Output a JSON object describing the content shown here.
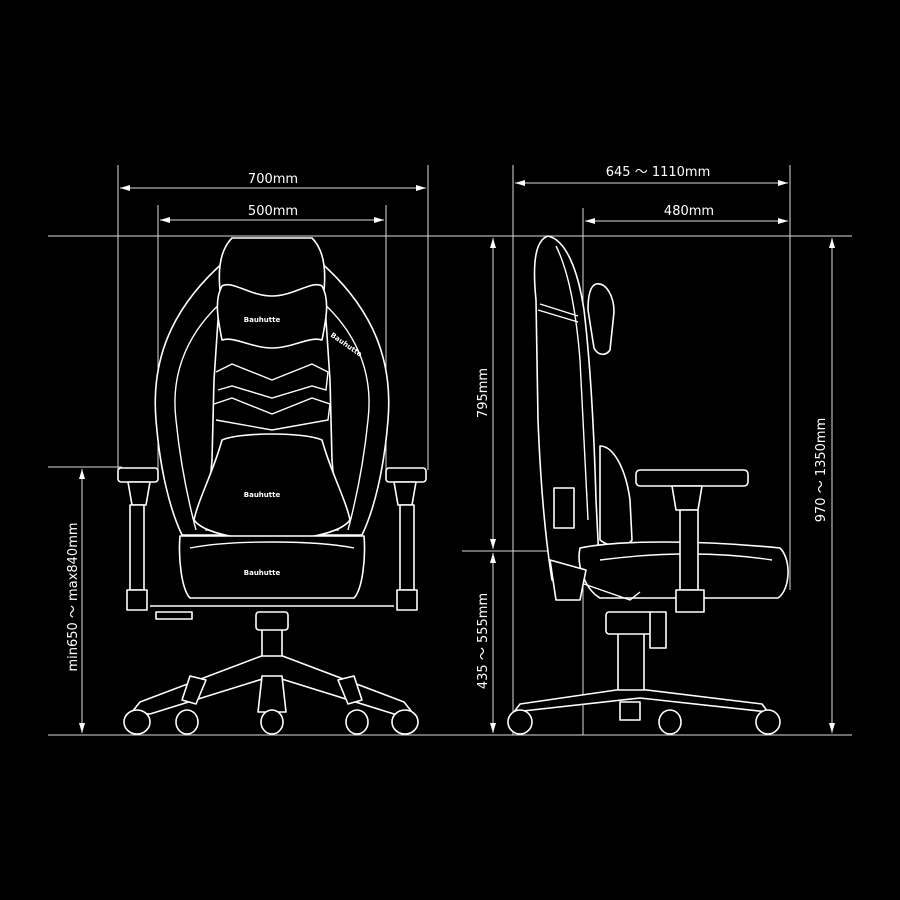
{
  "title": "Chair dimensions diagram",
  "brand_logo": "Bauhutte",
  "front_view": {
    "overall_width": "700mm",
    "seat_width": "500mm",
    "armrest_height": "min650 ～ max840mm"
  },
  "side_view": {
    "overall_depth": "645 ～ 1110mm",
    "seat_depth": "480mm",
    "backrest_height": "795mm",
    "seat_height": "435 ～ 555mm",
    "overall_height": "970 ～ 1350mm"
  },
  "colors": {
    "background": "#000000",
    "lines": "#ffffff"
  }
}
